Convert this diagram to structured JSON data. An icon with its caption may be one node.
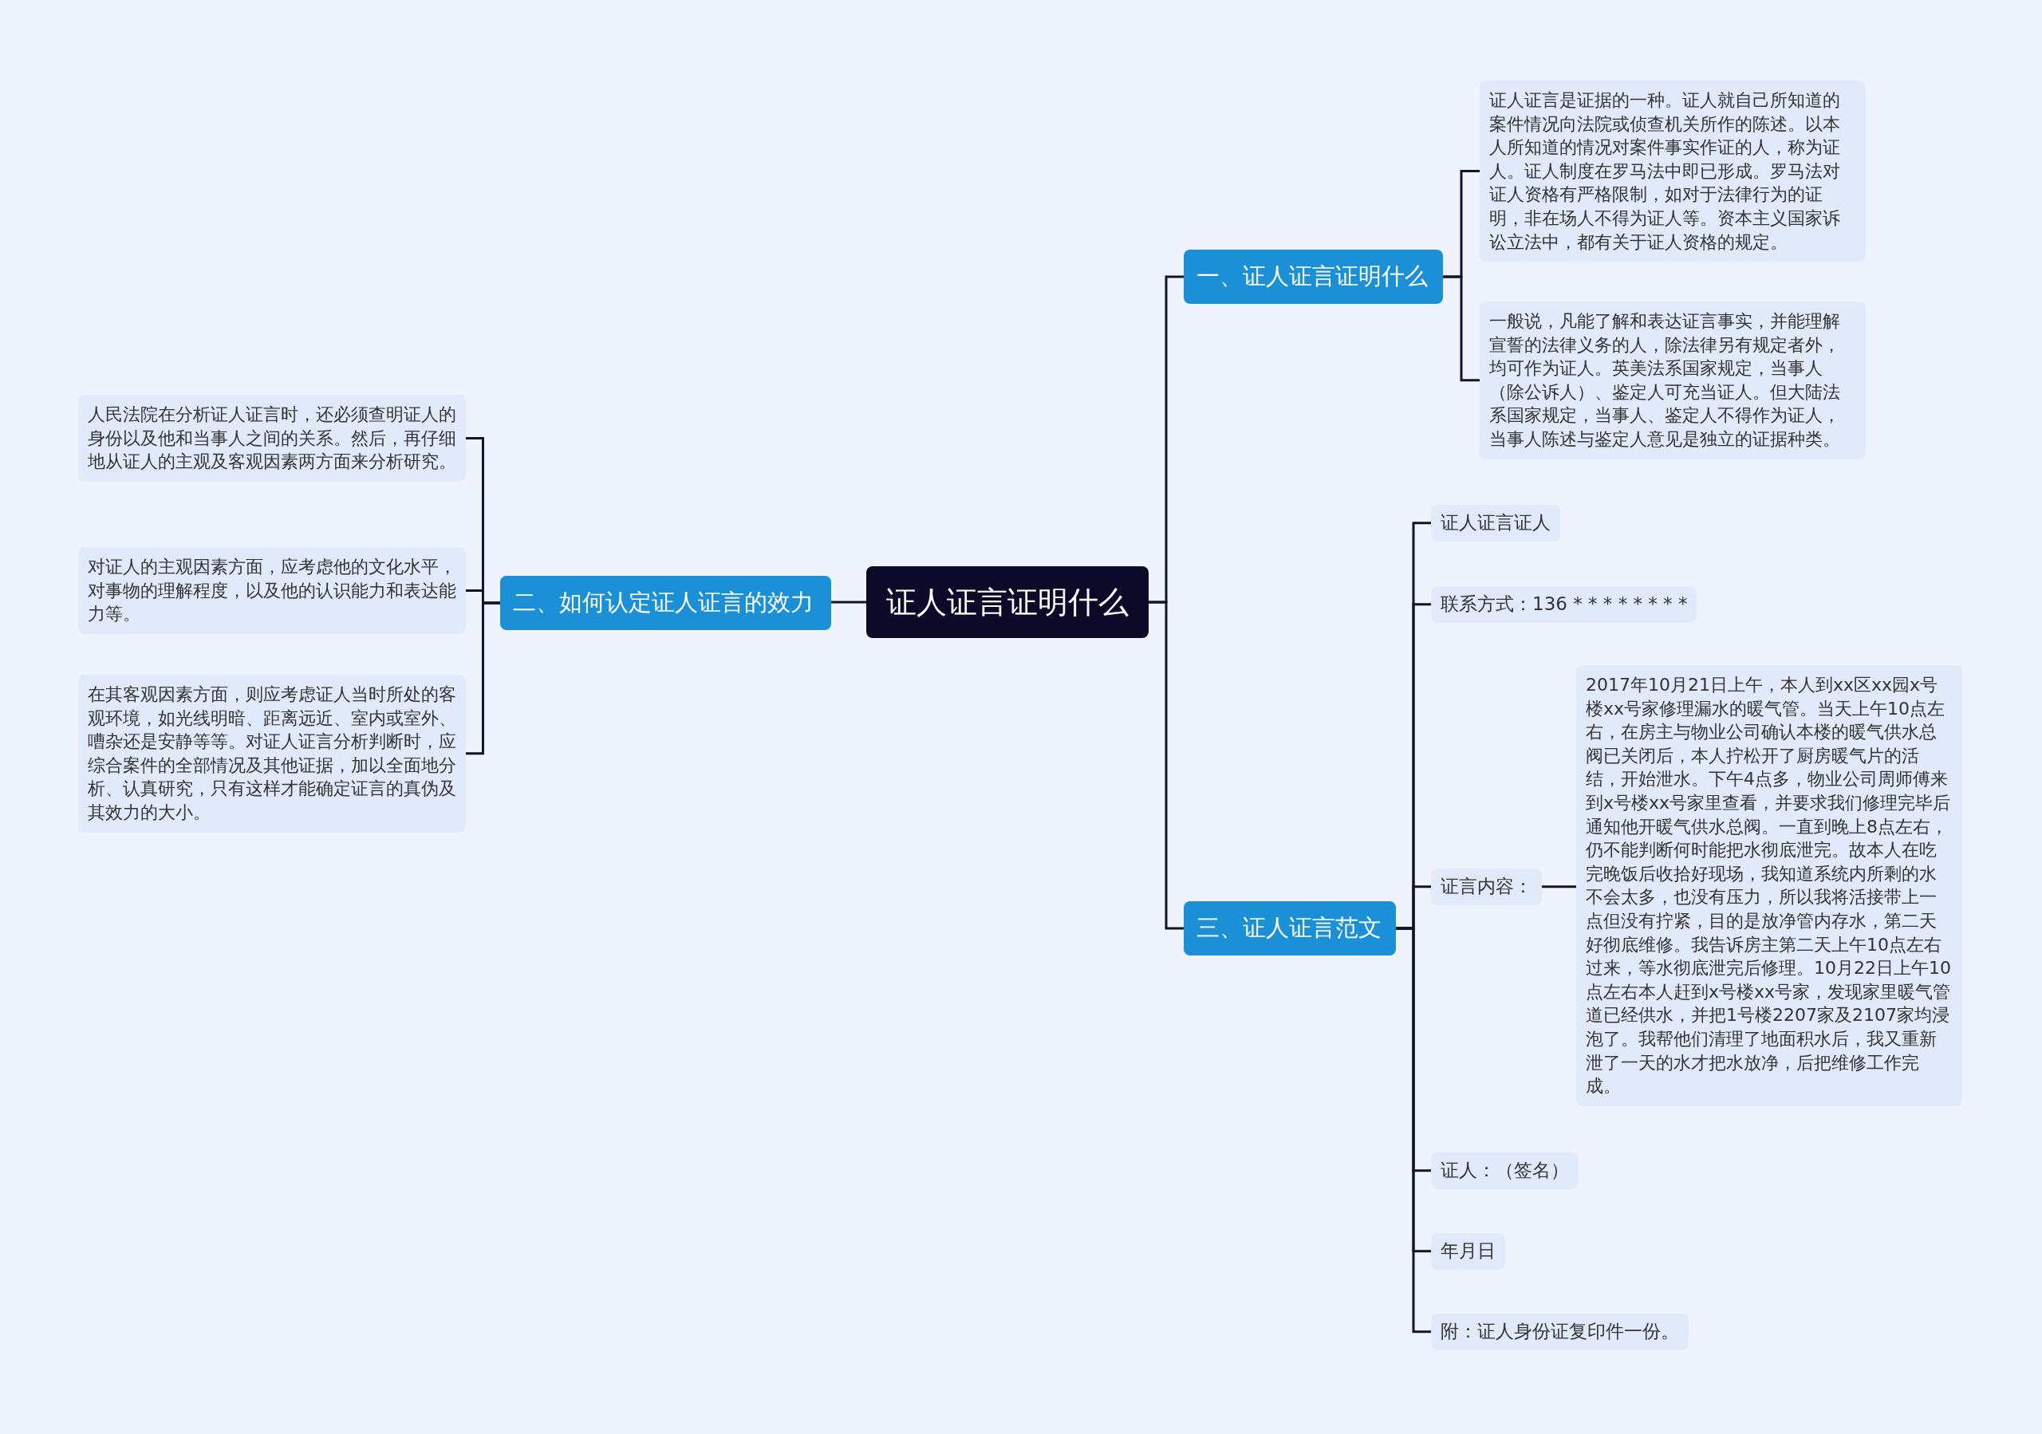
{
  "diagram": {
    "nodes": [
      {
        "text": [
          "证人证言证明什么"
        ]
      },
      {
        "text": [
          "一、证人证言证明什么"
        ]
      },
      {
        "text": [
          "证人证言是证据的一种。证人就自己所知道的案件情况向法院或侦查机关所作的陈述。以本人所知道的情况对案件事实作证的人，称为证人。证人制度在罗马法中即已形成。罗马法对证人资格有严格限制，如对于法律行为的证明，非在场人不得为证人等。资本主义国家诉讼立法中，都有关于证人资格的规定。"
        ]
      },
      {
        "text": [
          "一般说，凡能了解和表达证言事实，并能理解宣誓的法律义务的人，除法律另有规定者外，均可作为证人。英美法系国家规定，当事人（除公诉人）、鉴定人可充当证人。但大陆法系国家规定，当事人、鉴定人不得作为证人，当事人陈述与鉴定人意见是独立的证据种类。"
        ]
      },
      {
        "text": [
          "二、如何认定证人证言的效力"
        ]
      },
      {
        "text": [
          "人民法院在分析证人证言时，还必须查明证人的身份以及他和当事人之间的关系。然后，再仔细地从证人的主观及客观因素两方面来分析研究。"
        ]
      },
      {
        "text": [
          "对证人的主观因素方面，应考虑他的文化水平，对事物的理解程度，以及他的认识能力和表达能力等。"
        ]
      },
      {
        "text": [
          "在其客观因素方面，则应考虑证人当时所处的客观环境，如光线明暗、距离远近、室内或室外、嘈杂还是安静等等。对证人证言分析判断时，应综合案件的全部情况及其他证据，加以全面地分析、认真研究，只有这样才能确定证言的真伪及其效力的大小。"
        ]
      },
      {
        "text": [
          "三、证人证言范文"
        ]
      },
      {
        "text": [
          "证人证言证人"
        ]
      },
      {
        "text": [
          "联系方式：136 * * * * * * * *"
        ]
      },
      {
        "text": [
          "证言内容："
        ]
      },
      {
        "text": [
          "2017年10月21日上午，本人到xx区xx园x号楼xx号家修理漏水的暖气管。当天上午10点左右，在房主与物业公司确认本楼的暖气供水总阀已关闭后，本人拧松开了厨房暖气片的活结，开始泄水。下午4点多，物业公司周师傅来到x号楼xx号家里查看，并要求我们修理完毕后通知他开暖气供水总阀。一直到晚上8点左右，仍不能判断何时能把水彻底泄完。故本人在吃完晚饭后收拾好现场，我知道系统内所剩的水不会太多，也没有压力，所以我将活接带上一点但没有拧紧，目的是放净管内存水，第二天好彻底维修。我告诉房主第二天上午10点左右过来，等水彻底泄完后修理。10月22日上午10点左右本人赶到x号楼xx号家，发现家里暖气管道已经供水，并把1号楼2207家及2107家均浸泡了。我帮他们清理了地面积水后，我又重新泄了一天的水才把水放净，后把维修工作完成。"
        ]
      },
      {
        "text": [
          "证人：（签名）"
        ]
      },
      {
        "text": [
          "年月日"
        ]
      },
      {
        "text": [
          "附：证人身份证复印件一份。"
        ]
      }
    ],
    "edges": [
      {
        "from": 0,
        "to": 1,
        "arrow": "none"
      },
      {
        "from": 1,
        "to": 2,
        "arrow": "none"
      },
      {
        "from": 1,
        "to": 3,
        "arrow": "none"
      },
      {
        "from": 0,
        "to": 4,
        "arrow": "none"
      },
      {
        "from": 4,
        "to": 5,
        "arrow": "none"
      },
      {
        "from": 4,
        "to": 6,
        "arrow": "none"
      },
      {
        "from": 4,
        "to": 7,
        "arrow": "none"
      },
      {
        "from": 0,
        "to": 8,
        "arrow": "none"
      },
      {
        "from": 8,
        "to": 9,
        "arrow": "none"
      },
      {
        "from": 8,
        "to": 10,
        "arrow": "none"
      },
      {
        "from": 8,
        "to": 11,
        "arrow": "none"
      },
      {
        "from": 11,
        "to": 12,
        "arrow": "none"
      },
      {
        "from": 8,
        "to": 13,
        "arrow": "none"
      },
      {
        "from": 8,
        "to": 14,
        "arrow": "none"
      },
      {
        "from": 8,
        "to": 15,
        "arrow": "none"
      }
    ]
  }
}
